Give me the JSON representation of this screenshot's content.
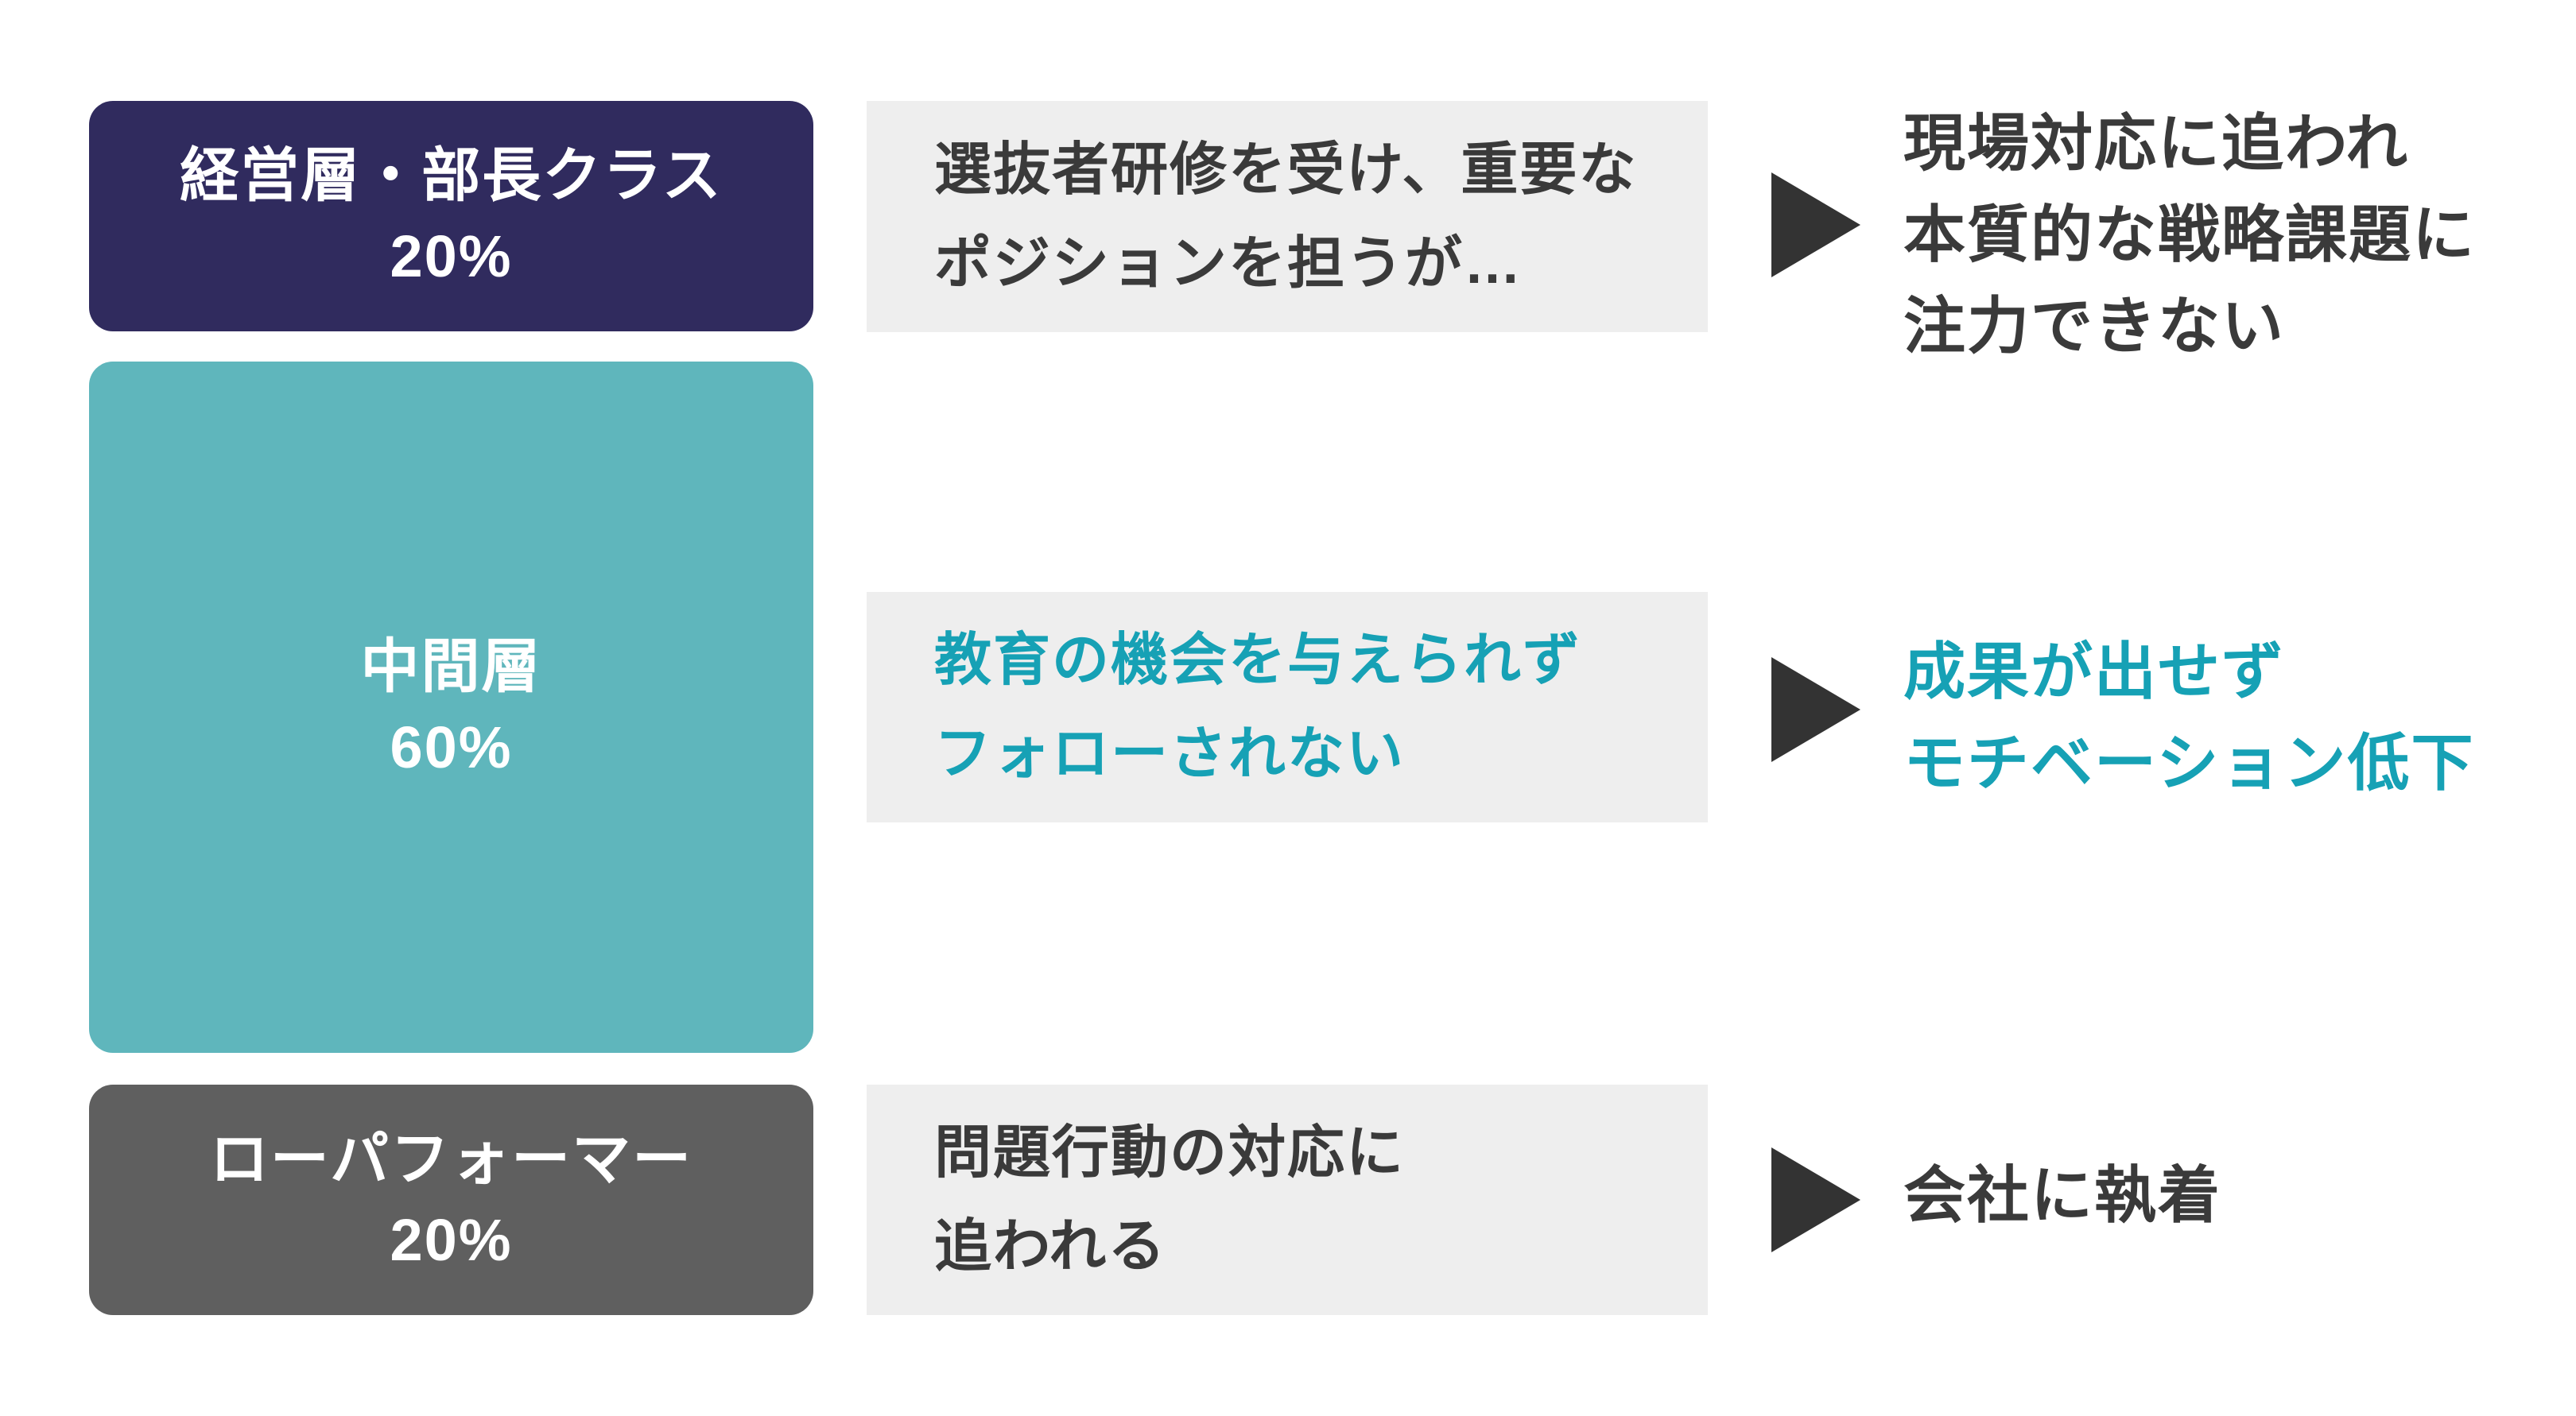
{
  "colors": {
    "navy": "#302b5e",
    "teal": "#5fb6bc",
    "gray": "#5f5f5f",
    "light_gray": "#eeeeee",
    "teal_text": "#16a1b5",
    "dark_text": "#3a3a3a",
    "arrow": "#333333"
  },
  "rows": [
    {
      "segment": {
        "label": "経営層・部長クラス",
        "percent": "20%"
      },
      "description": [
        "選抜者研修を受け、重要な",
        "ポジションを担うが…"
      ],
      "outcome": [
        "現場対応に追われ",
        "本質的な戦略課題に",
        "注力できない"
      ]
    },
    {
      "segment": {
        "label": "中間層",
        "percent": "60%"
      },
      "description": [
        "教育の機会を与えられず",
        "フォローされない"
      ],
      "outcome": [
        "成果が出せず",
        "モチベーション低下"
      ]
    },
    {
      "segment": {
        "label": "ローパフォーマー",
        "percent": "20%"
      },
      "description": [
        "問題行動の対応に",
        "追われる"
      ],
      "outcome": [
        "会社に執着"
      ]
    }
  ]
}
